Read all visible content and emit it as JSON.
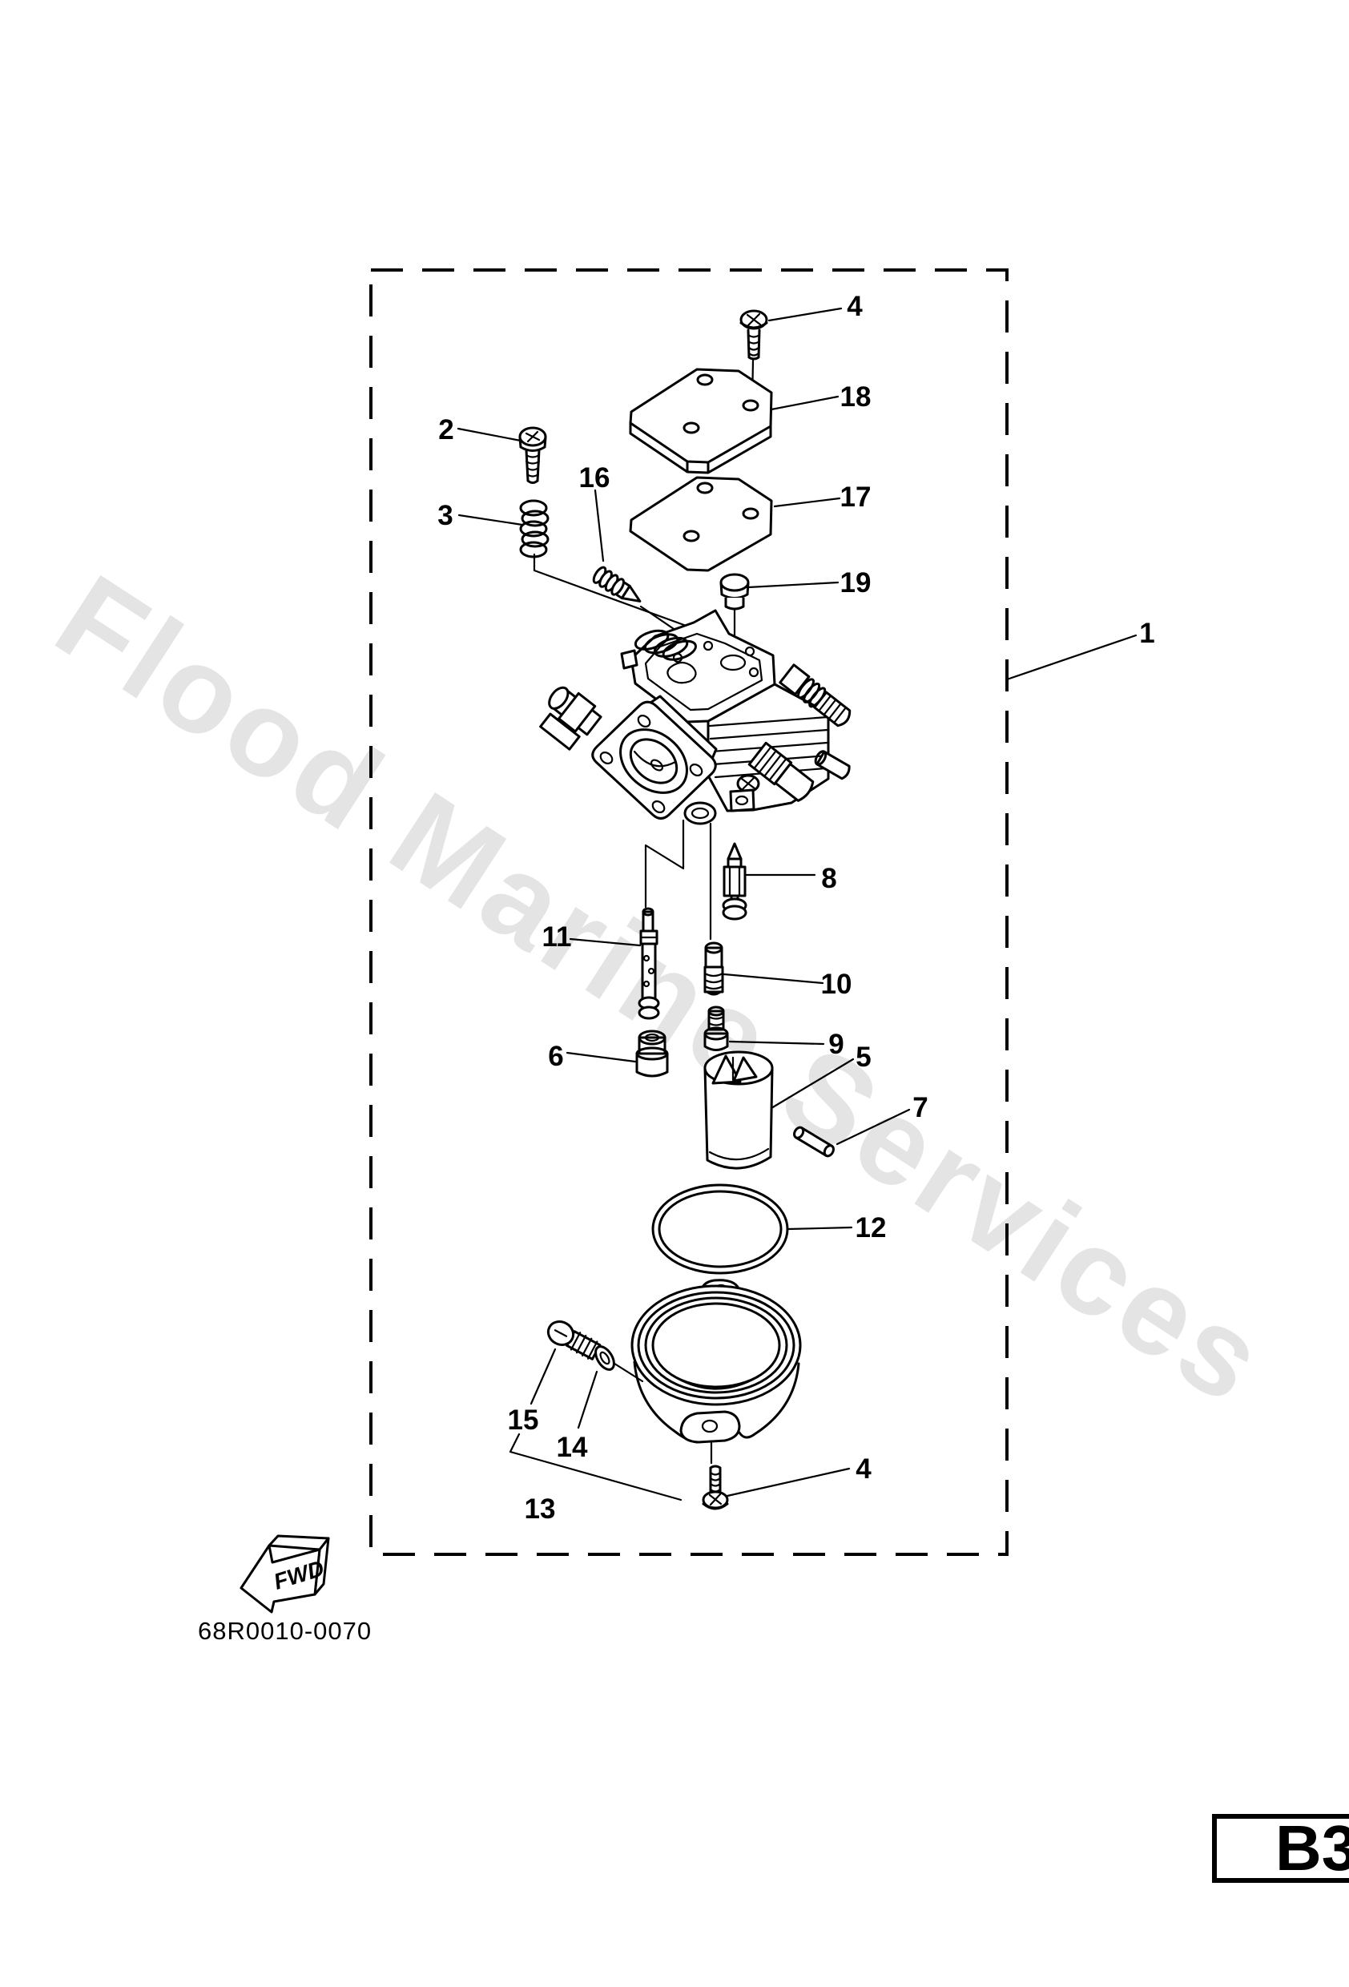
{
  "watermark": {
    "text": "Flood Marine Services",
    "color": "#e4e4e4"
  },
  "drawing_code": "68R0010-0070",
  "page_code": "B3",
  "fwd": {
    "label": "FWD"
  },
  "labels": {
    "n1": "1",
    "n2": "2",
    "n3": "3",
    "n4a": "4",
    "n4b": "4",
    "n5": "5",
    "n6": "6",
    "n7": "7",
    "n8": "8",
    "n9": "9",
    "n10": "10",
    "n11": "11",
    "n12": "12",
    "n13": "13",
    "n14": "14",
    "n15": "15",
    "n16": "16",
    "n17": "17",
    "n18": "18",
    "n19": "19"
  }
}
